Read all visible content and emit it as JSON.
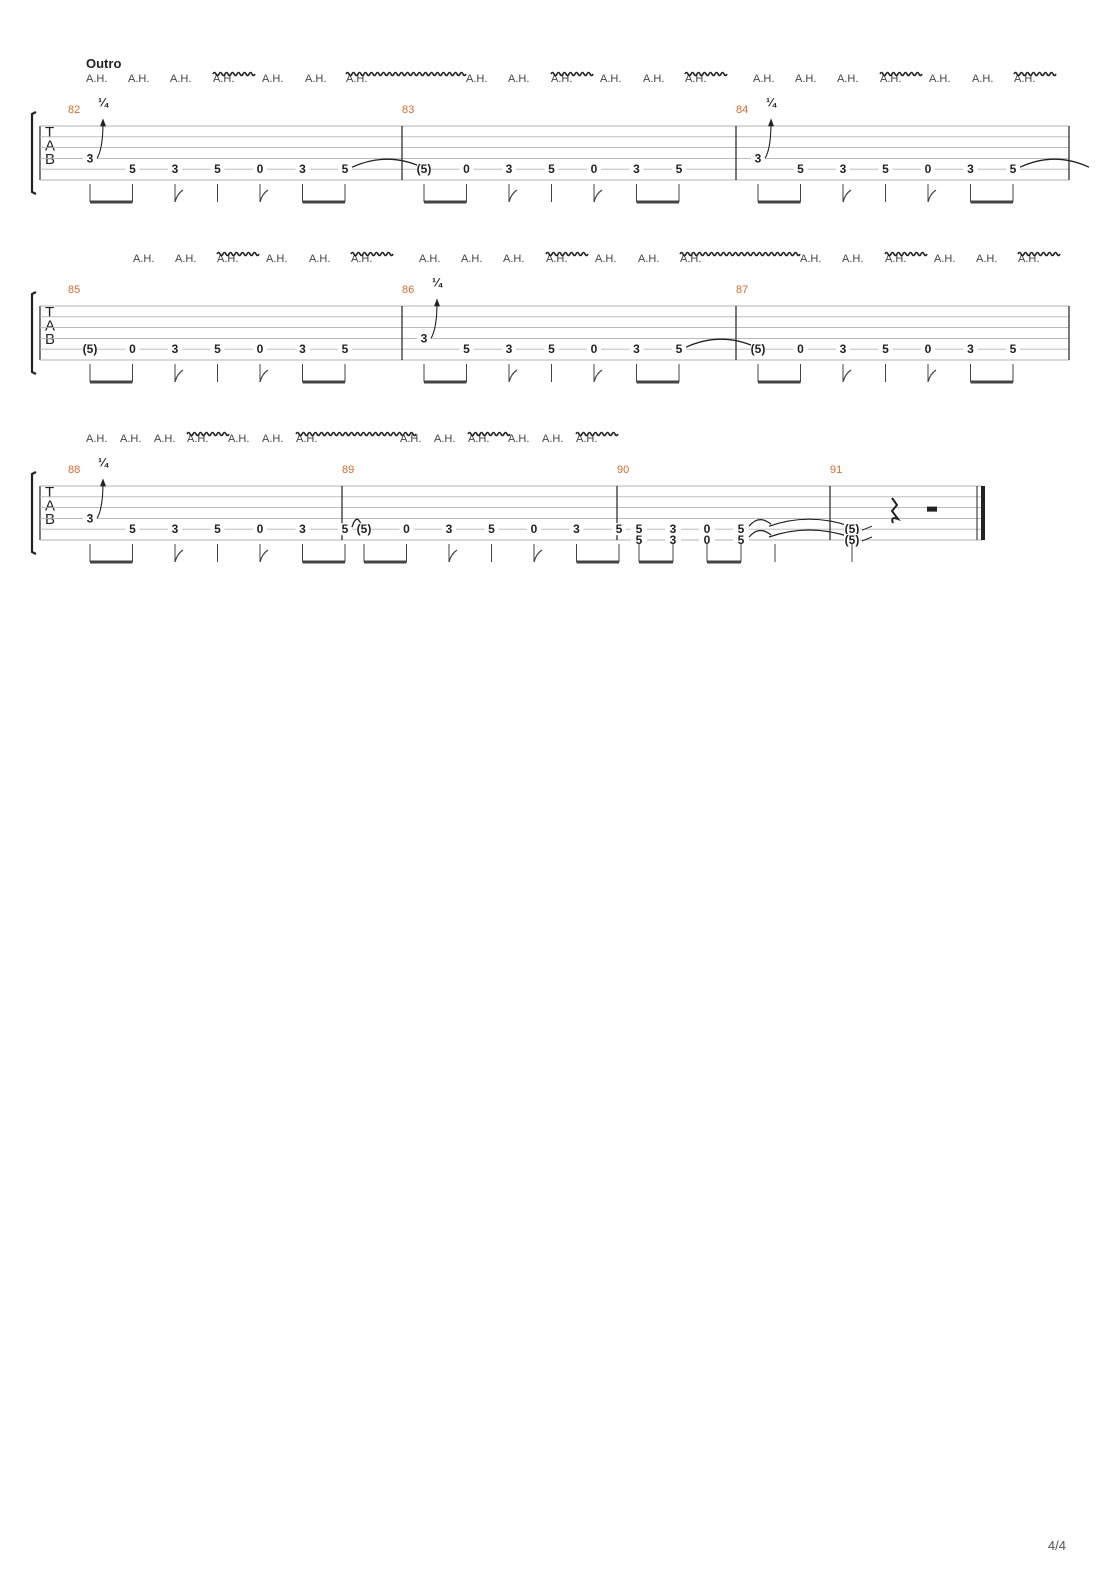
{
  "section_title": "Outro",
  "technique_label": "A.H.",
  "bend_label": "¼",
  "tab_clef": [
    "T",
    "A",
    "B"
  ],
  "page_number": "4/4",
  "colors": {
    "measure_number": "#e06a2c",
    "ink": "#222222",
    "staff_line": "#b3b3b3"
  },
  "systems": [
    {
      "ah_row": [
        {
          "vib": false
        },
        {
          "vib": false
        },
        {
          "vib": false
        },
        {
          "vib": true,
          "vib_len": "short"
        },
        {
          "vib": false
        },
        {
          "vib": false
        },
        {
          "vib": true,
          "vib_len": "long"
        },
        {
          "vib": false
        },
        {
          "vib": false
        },
        {
          "vib": true,
          "vib_len": "short"
        },
        {
          "vib": false
        },
        {
          "vib": false
        },
        {
          "vib": true,
          "vib_len": "short"
        },
        {
          "vib": false
        },
        {
          "vib": false
        },
        {
          "vib": false
        },
        {
          "vib": true,
          "vib_len": "short"
        },
        {
          "vib": false
        },
        {
          "vib": false
        },
        {
          "vib": true,
          "vib_len": "short"
        }
      ],
      "measures": [
        {
          "number": "82",
          "bend": true,
          "notes": [
            {
              "fret": "3",
              "string": 4
            },
            {
              "fret": "5",
              "string": 5
            },
            {
              "fret": "3",
              "string": 5
            },
            {
              "fret": "5",
              "string": 5
            },
            {
              "fret": "0",
              "string": 5
            },
            {
              "fret": "3",
              "string": 5
            },
            {
              "fret": "5",
              "string": 5
            }
          ],
          "tie_out": true
        },
        {
          "number": "83",
          "bend": false,
          "notes": [
            {
              "fret": "(5)",
              "string": 5
            },
            {
              "fret": "0",
              "string": 5
            },
            {
              "fret": "3",
              "string": 5
            },
            {
              "fret": "5",
              "string": 5
            },
            {
              "fret": "0",
              "string": 5
            },
            {
              "fret": "3",
              "string": 5
            },
            {
              "fret": "5",
              "string": 5
            }
          ],
          "tie_out": false
        },
        {
          "number": "84",
          "bend": true,
          "notes": [
            {
              "fret": "3",
              "string": 4
            },
            {
              "fret": "5",
              "string": 5
            },
            {
              "fret": "3",
              "string": 5
            },
            {
              "fret": "5",
              "string": 5
            },
            {
              "fret": "0",
              "string": 5
            },
            {
              "fret": "3",
              "string": 5
            },
            {
              "fret": "5",
              "string": 5
            }
          ],
          "tie_out": true
        }
      ]
    },
    {
      "ah_row": [
        {
          "vib": false
        },
        {
          "vib": false
        },
        {
          "vib": true,
          "vib_len": "short"
        },
        {
          "vib": false
        },
        {
          "vib": false
        },
        {
          "vib": true,
          "vib_len": "short"
        },
        {
          "vib": false
        },
        {
          "vib": false
        },
        {
          "vib": false
        },
        {
          "vib": true,
          "vib_len": "short"
        },
        {
          "vib": false
        },
        {
          "vib": false
        },
        {
          "vib": true,
          "vib_len": "long"
        },
        {
          "vib": false
        },
        {
          "vib": false
        },
        {
          "vib": true,
          "vib_len": "short"
        },
        {
          "vib": false
        },
        {
          "vib": false
        },
        {
          "vib": true,
          "vib_len": "short"
        }
      ],
      "measures": [
        {
          "number": "85",
          "bend": false,
          "notes": [
            {
              "fret": "(5)",
              "string": 5
            },
            {
              "fret": "0",
              "string": 5
            },
            {
              "fret": "3",
              "string": 5
            },
            {
              "fret": "5",
              "string": 5
            },
            {
              "fret": "0",
              "string": 5
            },
            {
              "fret": "3",
              "string": 5
            },
            {
              "fret": "5",
              "string": 5
            }
          ],
          "tie_out": false
        },
        {
          "number": "86",
          "bend": true,
          "notes": [
            {
              "fret": "3",
              "string": 4
            },
            {
              "fret": "5",
              "string": 5
            },
            {
              "fret": "3",
              "string": 5
            },
            {
              "fret": "5",
              "string": 5
            },
            {
              "fret": "0",
              "string": 5
            },
            {
              "fret": "3",
              "string": 5
            },
            {
              "fret": "5",
              "string": 5
            }
          ],
          "tie_out": true
        },
        {
          "number": "87",
          "bend": false,
          "notes": [
            {
              "fret": "(5)",
              "string": 5
            },
            {
              "fret": "0",
              "string": 5
            },
            {
              "fret": "3",
              "string": 5
            },
            {
              "fret": "5",
              "string": 5
            },
            {
              "fret": "0",
              "string": 5
            },
            {
              "fret": "3",
              "string": 5
            },
            {
              "fret": "5",
              "string": 5
            }
          ],
          "tie_out": false
        }
      ]
    },
    {
      "ah_row": [
        {
          "vib": false
        },
        {
          "vib": false
        },
        {
          "vib": false
        },
        {
          "vib": true,
          "vib_len": "short"
        },
        {
          "vib": false
        },
        {
          "vib": false
        },
        {
          "vib": true,
          "vib_len": "long"
        },
        {
          "vib": false
        },
        {
          "vib": false
        },
        {
          "vib": true,
          "vib_len": "short"
        },
        {
          "vib": false
        },
        {
          "vib": false
        },
        {
          "vib": true,
          "vib_len": "short"
        }
      ],
      "measures": [
        {
          "number": "88",
          "bend": true,
          "notes": [
            {
              "fret": "3",
              "string": 4
            },
            {
              "fret": "5",
              "string": 5
            },
            {
              "fret": "3",
              "string": 5
            },
            {
              "fret": "5",
              "string": 5
            },
            {
              "fret": "0",
              "string": 5
            },
            {
              "fret": "3",
              "string": 5
            },
            {
              "fret": "5",
              "string": 5
            }
          ],
          "tie_out": true
        },
        {
          "number": "89",
          "bend": false,
          "notes": [
            {
              "fret": "(5)",
              "string": 5
            },
            {
              "fret": "0",
              "string": 5
            },
            {
              "fret": "3",
              "string": 5
            },
            {
              "fret": "5",
              "string": 5
            },
            {
              "fret": "0",
              "string": 5
            },
            {
              "fret": "3",
              "string": 5
            },
            {
              "fret": "5",
              "string": 5
            }
          ],
          "tie_out": false
        },
        {
          "number": "90",
          "bend": false,
          "chords": [
            [
              "5",
              "5"
            ],
            [
              "3",
              "3"
            ],
            [
              "0",
              "0"
            ],
            [
              "5",
              "5"
            ]
          ],
          "tie_out": true
        },
        {
          "number": "91",
          "bend": false,
          "chords": [
            [
              "(5)",
              "(5)"
            ]
          ],
          "rests": true,
          "final": true
        }
      ]
    }
  ]
}
